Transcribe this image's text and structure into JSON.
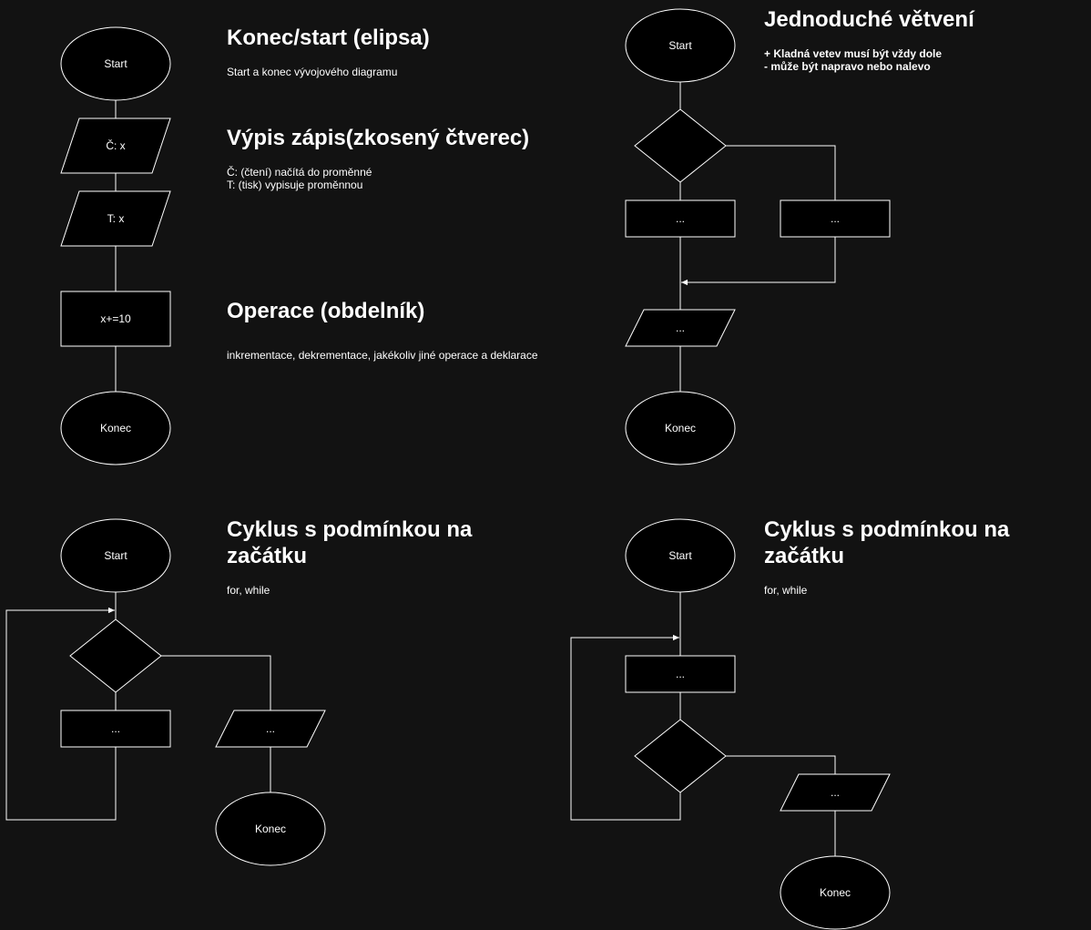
{
  "colors": {
    "background": "#121212",
    "shape_fill": "#000000",
    "stroke": "#ffffff",
    "text": "#ffffff"
  },
  "legend": {
    "terminal": {
      "title": "Konec/start (elipsa)",
      "description": "Start a konec vývojového diagramu"
    },
    "io": {
      "title": "Výpis zápis(zkosený čtverec)",
      "line1": "Č: (čtení) načítá do proměnné",
      "line2": "T: (tisk) vypisuje proměnnou"
    },
    "operation": {
      "title": "Operace (obdelník)",
      "description": "inkrementace, dekrementace, jakékoliv jiné operace a deklarace"
    }
  },
  "basic_flow": {
    "start": "Start",
    "read": "Č: x",
    "print": "T: x",
    "operation": "x+=10",
    "end": "Konec"
  },
  "branching": {
    "title": "Jednoduché větvení",
    "note1": "+ Kladná vetev musí být vždy dole",
    "note2": "- může být napravo nebo nalevo",
    "start": "Start",
    "branch_left": "...",
    "branch_right": "...",
    "output": "...",
    "end": "Konec"
  },
  "loop_start": {
    "title_line1": "Cyklus s podmínkou na",
    "title_line2": "začátku",
    "description": "for, while",
    "start": "Start",
    "body": "...",
    "output": "...",
    "end": "Konec"
  },
  "loop_end": {
    "title_line1": "Cyklus s podmínkou na",
    "title_line2": "začátku",
    "description": "for, while",
    "start": "Start",
    "body": "...",
    "output": "...",
    "end": "Konec"
  }
}
